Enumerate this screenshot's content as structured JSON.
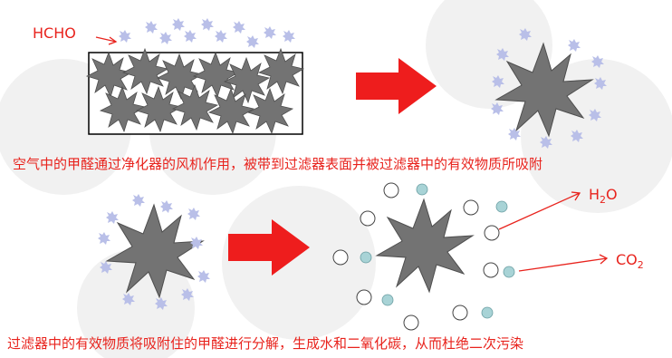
{
  "labels": {
    "hcho": "HCHO",
    "h2o_main": "H",
    "h2o_sub": "2",
    "h2o_tail": "O",
    "co2_main": "CO",
    "co2_sub": "2"
  },
  "captions": {
    "top": "空气中的甲醛通过净化器的风机作用，被带到过滤器表面并被过滤器中的有效物质所吸附",
    "bottom": "过滤器中的有效物质将吸附住的甲醛进行分解，生成水和二氧化碳，从而杜绝二次污染"
  },
  "colors": {
    "accent": "#e8231d",
    "filter_star": "#737373",
    "molecule": "#b9bfe8",
    "teal_dot": "#a8d3d6",
    "background_circle": "#f0f0f0"
  }
}
